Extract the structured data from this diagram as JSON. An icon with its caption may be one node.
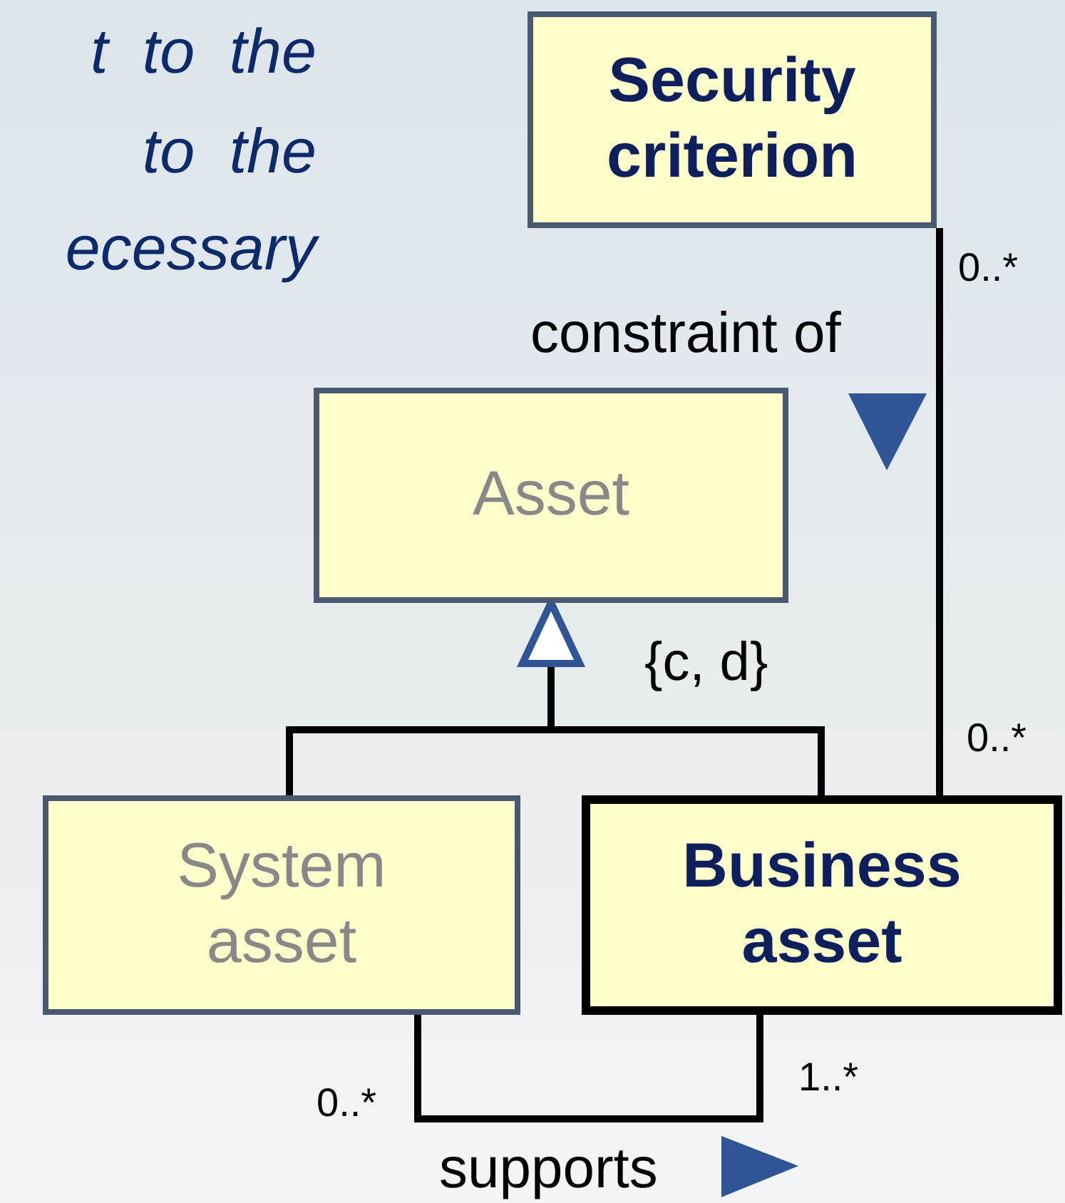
{
  "diagram": {
    "nodes": [
      {
        "text": [
          "Security criterion"
        ]
      },
      {
        "text": [
          "Asset"
        ]
      },
      {
        "text": [
          "System asset"
        ]
      },
      {
        "text": [
          "Business asset"
        ]
      }
    ],
    "edges": [
      {
        "from": 0,
        "to": 3,
        "arrow": "none",
        "label": "constraint of"
      },
      {
        "from": 2,
        "to": 1,
        "arrow": "to"
      },
      {
        "from": 3,
        "to": 1,
        "arrow": "to"
      },
      {
        "from": 2,
        "to": 3,
        "arrow": "none",
        "label": "supports"
      }
    ],
    "labels": [
      "t to the",
      "to the",
      "ecessary",
      "0..*",
      "0..*",
      "{c, d}",
      "0..*",
      "1..*"
    ]
  }
}
